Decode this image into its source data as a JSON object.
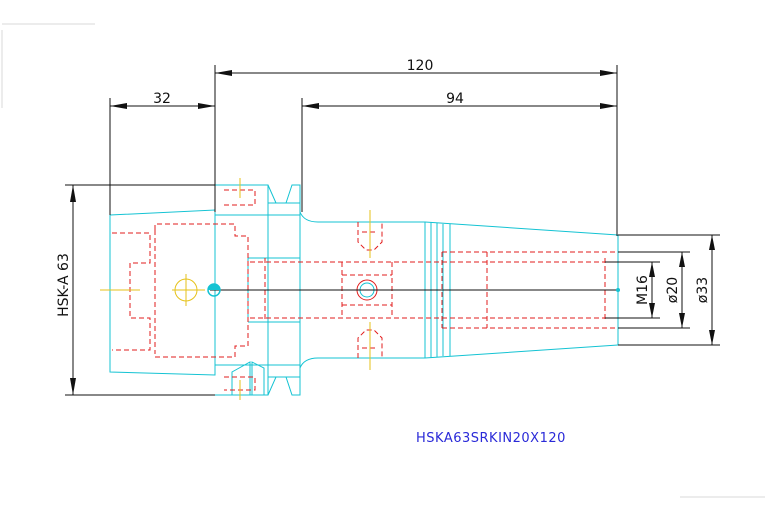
{
  "drawing": {
    "part_code": "HSKA63SRKIN20X120",
    "dimensions": {
      "overall_length": "120",
      "flange_length": "32",
      "body_length": "94",
      "shank_label": "HSK-A 63",
      "thread": "M16",
      "bore_diameter": "ø20",
      "nose_diameter": "ø33"
    }
  },
  "colors": {
    "outline": "#14c3d3",
    "hidden": "#e21c1c",
    "centerline": "#e6c21a",
    "dimension": "#111111",
    "label": "#2a2ad8"
  }
}
